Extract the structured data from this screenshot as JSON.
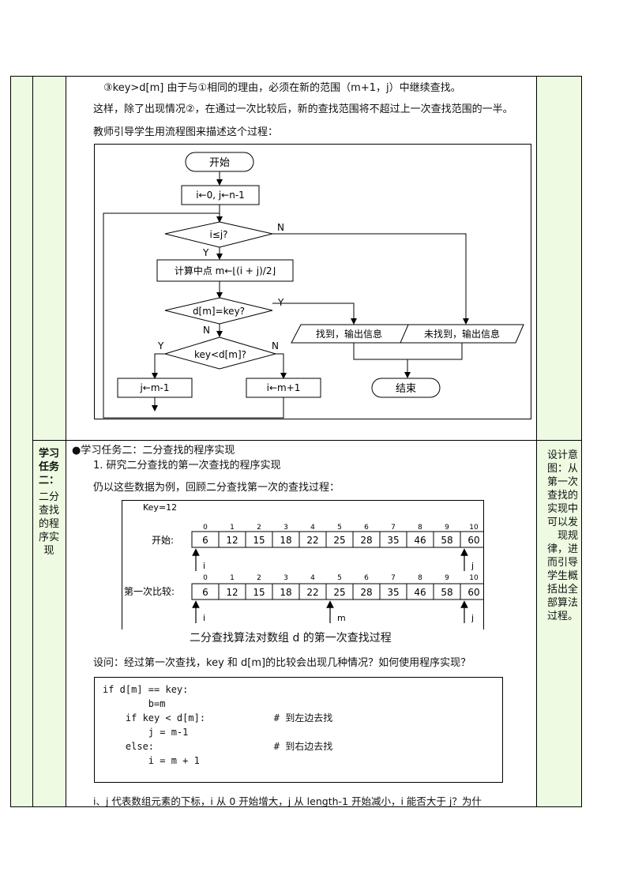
{
  "top_text": {
    "line1": "③key>d[m] 由于与①相同的理由，必须在新的范围（m+1，j）中继续查找。",
    "line2": "这样，除了出现情况②，在通过一次比较后，新的查找范围将不超过上一次查找范围的一半。",
    "line3": "教师引导学生用流程图来描述这个过程："
  },
  "flowchart": {
    "start": "开始",
    "init": "i←0, j←n-1",
    "cond1": "i≤j?",
    "compute": "计算中点 m←⌊(i + j)/2⌋",
    "cond2": "d[m]=key?",
    "found": "找到，输出信息",
    "not_found": "未找到，输出信息",
    "cond3": "key<d[m]?",
    "left_update": "j←m-1",
    "right_update": "i←m+1",
    "end": "结束",
    "yes": "Y",
    "no": "N"
  },
  "section2": {
    "side_title": "学习任务二：",
    "side_body": "二分查找的程序实现",
    "bullet": "●学习任务二：二分查找的程序实现",
    "sub1": "1. 研究二分查找的第一次查找的程序实现",
    "intro": "仍以这些数据为例，回顾二分查找第一次的查找过程：",
    "diagram": {
      "key_label": "Key=12",
      "row1_label": "开始:",
      "row2_label": "第一次比较:",
      "indices": [
        "0",
        "1",
        "2",
        "3",
        "4",
        "5",
        "6",
        "7",
        "8",
        "9",
        "10"
      ],
      "values": [
        "6",
        "12",
        "15",
        "18",
        "22",
        "25",
        "28",
        "35",
        "46",
        "58",
        "60"
      ],
      "ptr_i": "i",
      "ptr_j": "j",
      "ptr_m": "m"
    },
    "caption": "二分查找算法对数组 d 的第一次查找过程",
    "question": "设问：经过第一次查找，key 和 d[m]的比较会出现几种情况？如何使用程序实现？",
    "code": [
      "if d[m] == key:",
      "        b=m",
      "    if key < d[m]:            # 到左边去找",
      "        j = m-1",
      "    else:                     # 到右边去找",
      "        i = m + 1"
    ],
    "bottom_line": "i、j 代表数组元素的下标，i 从 0 开始增大，j 从 length-1 开始减小，i 能否大于 j？为什",
    "design_note": "设计意图：从第一次查找的实现中可以发现规律，进而引导学生概括出全部算法过程。"
  }
}
